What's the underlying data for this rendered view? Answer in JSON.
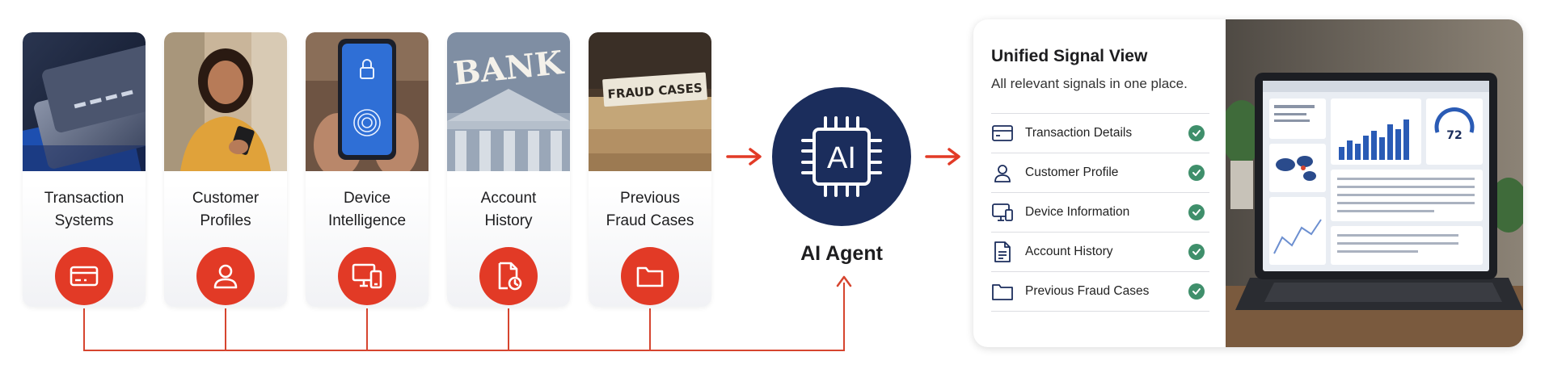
{
  "sources": [
    {
      "id": "transactions",
      "line1": "Transaction",
      "line2": "Systems",
      "icon": "credit-card-icon"
    },
    {
      "id": "customers",
      "line1": "Customer",
      "line2": "Profiles",
      "icon": "user-icon"
    },
    {
      "id": "devices",
      "line1": "Device",
      "line2": "Intelligence",
      "icon": "devices-icon"
    },
    {
      "id": "accounts",
      "line1": "Account",
      "line2": "History",
      "icon": "document-clock-icon"
    },
    {
      "id": "fraud",
      "line1": "Previous",
      "line2": "Fraud Cases",
      "icon": "folder-icon"
    }
  ],
  "photos": {
    "bank_sign": "BANK",
    "fraud_sign": "FRAUD CASES",
    "laptop_gauge_value": "72"
  },
  "agent": {
    "chip_text": "AI",
    "label": "AI Agent"
  },
  "panel": {
    "title": "Unified Signal View",
    "subtitle": "All relevant signals in one place.",
    "signals": [
      {
        "label": "Transaction Details",
        "icon": "credit-card-icon",
        "checked": true
      },
      {
        "label": "Customer Profile",
        "icon": "user-icon",
        "checked": true
      },
      {
        "label": "Device Information",
        "icon": "monitor-icon",
        "checked": true
      },
      {
        "label": "Account History",
        "icon": "document-icon",
        "checked": true
      },
      {
        "label": "Previous Fraud Cases",
        "icon": "folder-icon",
        "checked": true
      }
    ]
  },
  "colors": {
    "accent_red": "#e23a26",
    "navy": "#1b2d5c",
    "check_green": "#3f8f6b"
  }
}
